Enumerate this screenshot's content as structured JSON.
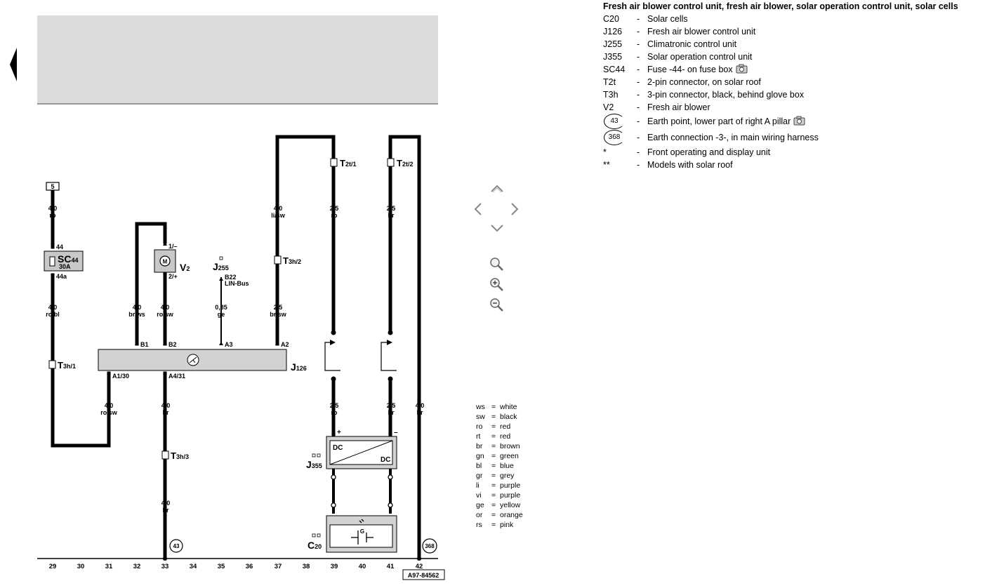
{
  "legend": {
    "title": "Fresh air blower control unit, fresh air blower, solar operation control unit, solar cells",
    "dash": "-",
    "rows": [
      {
        "code": "C20",
        "desc": "Solar cells"
      },
      {
        "code": "J126",
        "desc": "Fresh air blower control unit"
      },
      {
        "code": "J255",
        "desc": "Climatronic control unit"
      },
      {
        "code": "J355",
        "desc": "Solar operation control unit"
      },
      {
        "code": "SC44",
        "desc": "Fuse -44- on fuse box"
      },
      {
        "code": "T2t",
        "desc": "2-pin connector, on solar roof"
      },
      {
        "code": "T3h",
        "desc": "3-pin connector, black, behind glove box"
      },
      {
        "code": "V2",
        "desc": "Fresh air blower"
      },
      {
        "code": "43",
        "desc": "Earth point, lower part of right A pillar"
      },
      {
        "code": "368",
        "desc": "Earth connection -3-, in main wiring harness"
      },
      {
        "code": "*",
        "desc": "Front operating and display unit"
      },
      {
        "code": "**",
        "desc": "Models with solar roof"
      }
    ]
  },
  "colour_key": [
    {
      "code": "ws",
      "name": "white"
    },
    {
      "code": "sw",
      "name": "black"
    },
    {
      "code": "ro",
      "name": "red"
    },
    {
      "code": "rt",
      "name": "red"
    },
    {
      "code": "br",
      "name": "brown"
    },
    {
      "code": "gn",
      "name": "green"
    },
    {
      "code": "bl",
      "name": "blue"
    },
    {
      "code": "gr",
      "name": "grey"
    },
    {
      "code": "li",
      "name": "purple"
    },
    {
      "code": "vi",
      "name": "purple"
    },
    {
      "code": "ge",
      "name": "yellow"
    },
    {
      "code": "or",
      "name": "orange"
    },
    {
      "code": "rs",
      "name": "pink"
    }
  ],
  "diagram": {
    "bottom_numbers": [
      "29",
      "30",
      "31",
      "32",
      "33",
      "34",
      "35",
      "36",
      "37",
      "38",
      "39",
      "40",
      "41",
      "42"
    ],
    "reference": "A97-84562",
    "terminal_5": "5",
    "wires": {
      "w1": [
        "4,0",
        "ro"
      ],
      "w2": [
        "4,0",
        "ro/bl"
      ],
      "w3": [
        "4,0",
        "br/ws"
      ],
      "w4": [
        "4,0",
        "ro/sw"
      ],
      "w5": [
        "0,35",
        "ge"
      ],
      "w6": [
        "4,0",
        "li/sw"
      ],
      "w7": [
        "2,5",
        "br/sw"
      ],
      "w8": [
        "2,5",
        "ro"
      ],
      "w9": [
        "2,5",
        "br"
      ],
      "w10": [
        "4,0",
        "ro/sw"
      ],
      "w11": [
        "4,0",
        "br"
      ],
      "w12": [
        "4,0",
        "br"
      ],
      "w13": [
        "2,5",
        "ro"
      ],
      "w14": [
        "2,5",
        "br"
      ],
      "w15": [
        "4,0",
        "br"
      ]
    },
    "fuse": {
      "name": "SC",
      "sub": "44",
      "rating": "30A",
      "pin_top": "44",
      "pin_bottom": "44a"
    },
    "blower": {
      "name": "V",
      "sub": "2",
      "symbol": "M",
      "pin_top": "1/–",
      "pin_bottom": "2/+"
    },
    "j255": {
      "name": "J",
      "sub": "255",
      "pin": "B22",
      "bus": "LIN-Bus"
    },
    "j126": {
      "name": "J",
      "sub": "126",
      "pins": [
        "B1",
        "B2",
        "A3",
        "A2",
        "A1/30",
        "A4/31"
      ]
    },
    "j355": {
      "name": "J",
      "sub": "355",
      "dc_left": "DC",
      "dc_right": "DC",
      "plus": "+",
      "minus": "–"
    },
    "c20": {
      "name": "C",
      "sub": "20",
      "symbol": "G"
    },
    "connectors": {
      "t3h1": [
        "T",
        "3h/1"
      ],
      "t3h2": [
        "T",
        "3h/2"
      ],
      "t3h3": [
        "T",
        "3h/3"
      ],
      "t2t1": [
        "T",
        "2t/1"
      ],
      "t2t2": [
        "T",
        "2t/2"
      ]
    },
    "earth": {
      "e43": "43",
      "e368": "368"
    }
  }
}
